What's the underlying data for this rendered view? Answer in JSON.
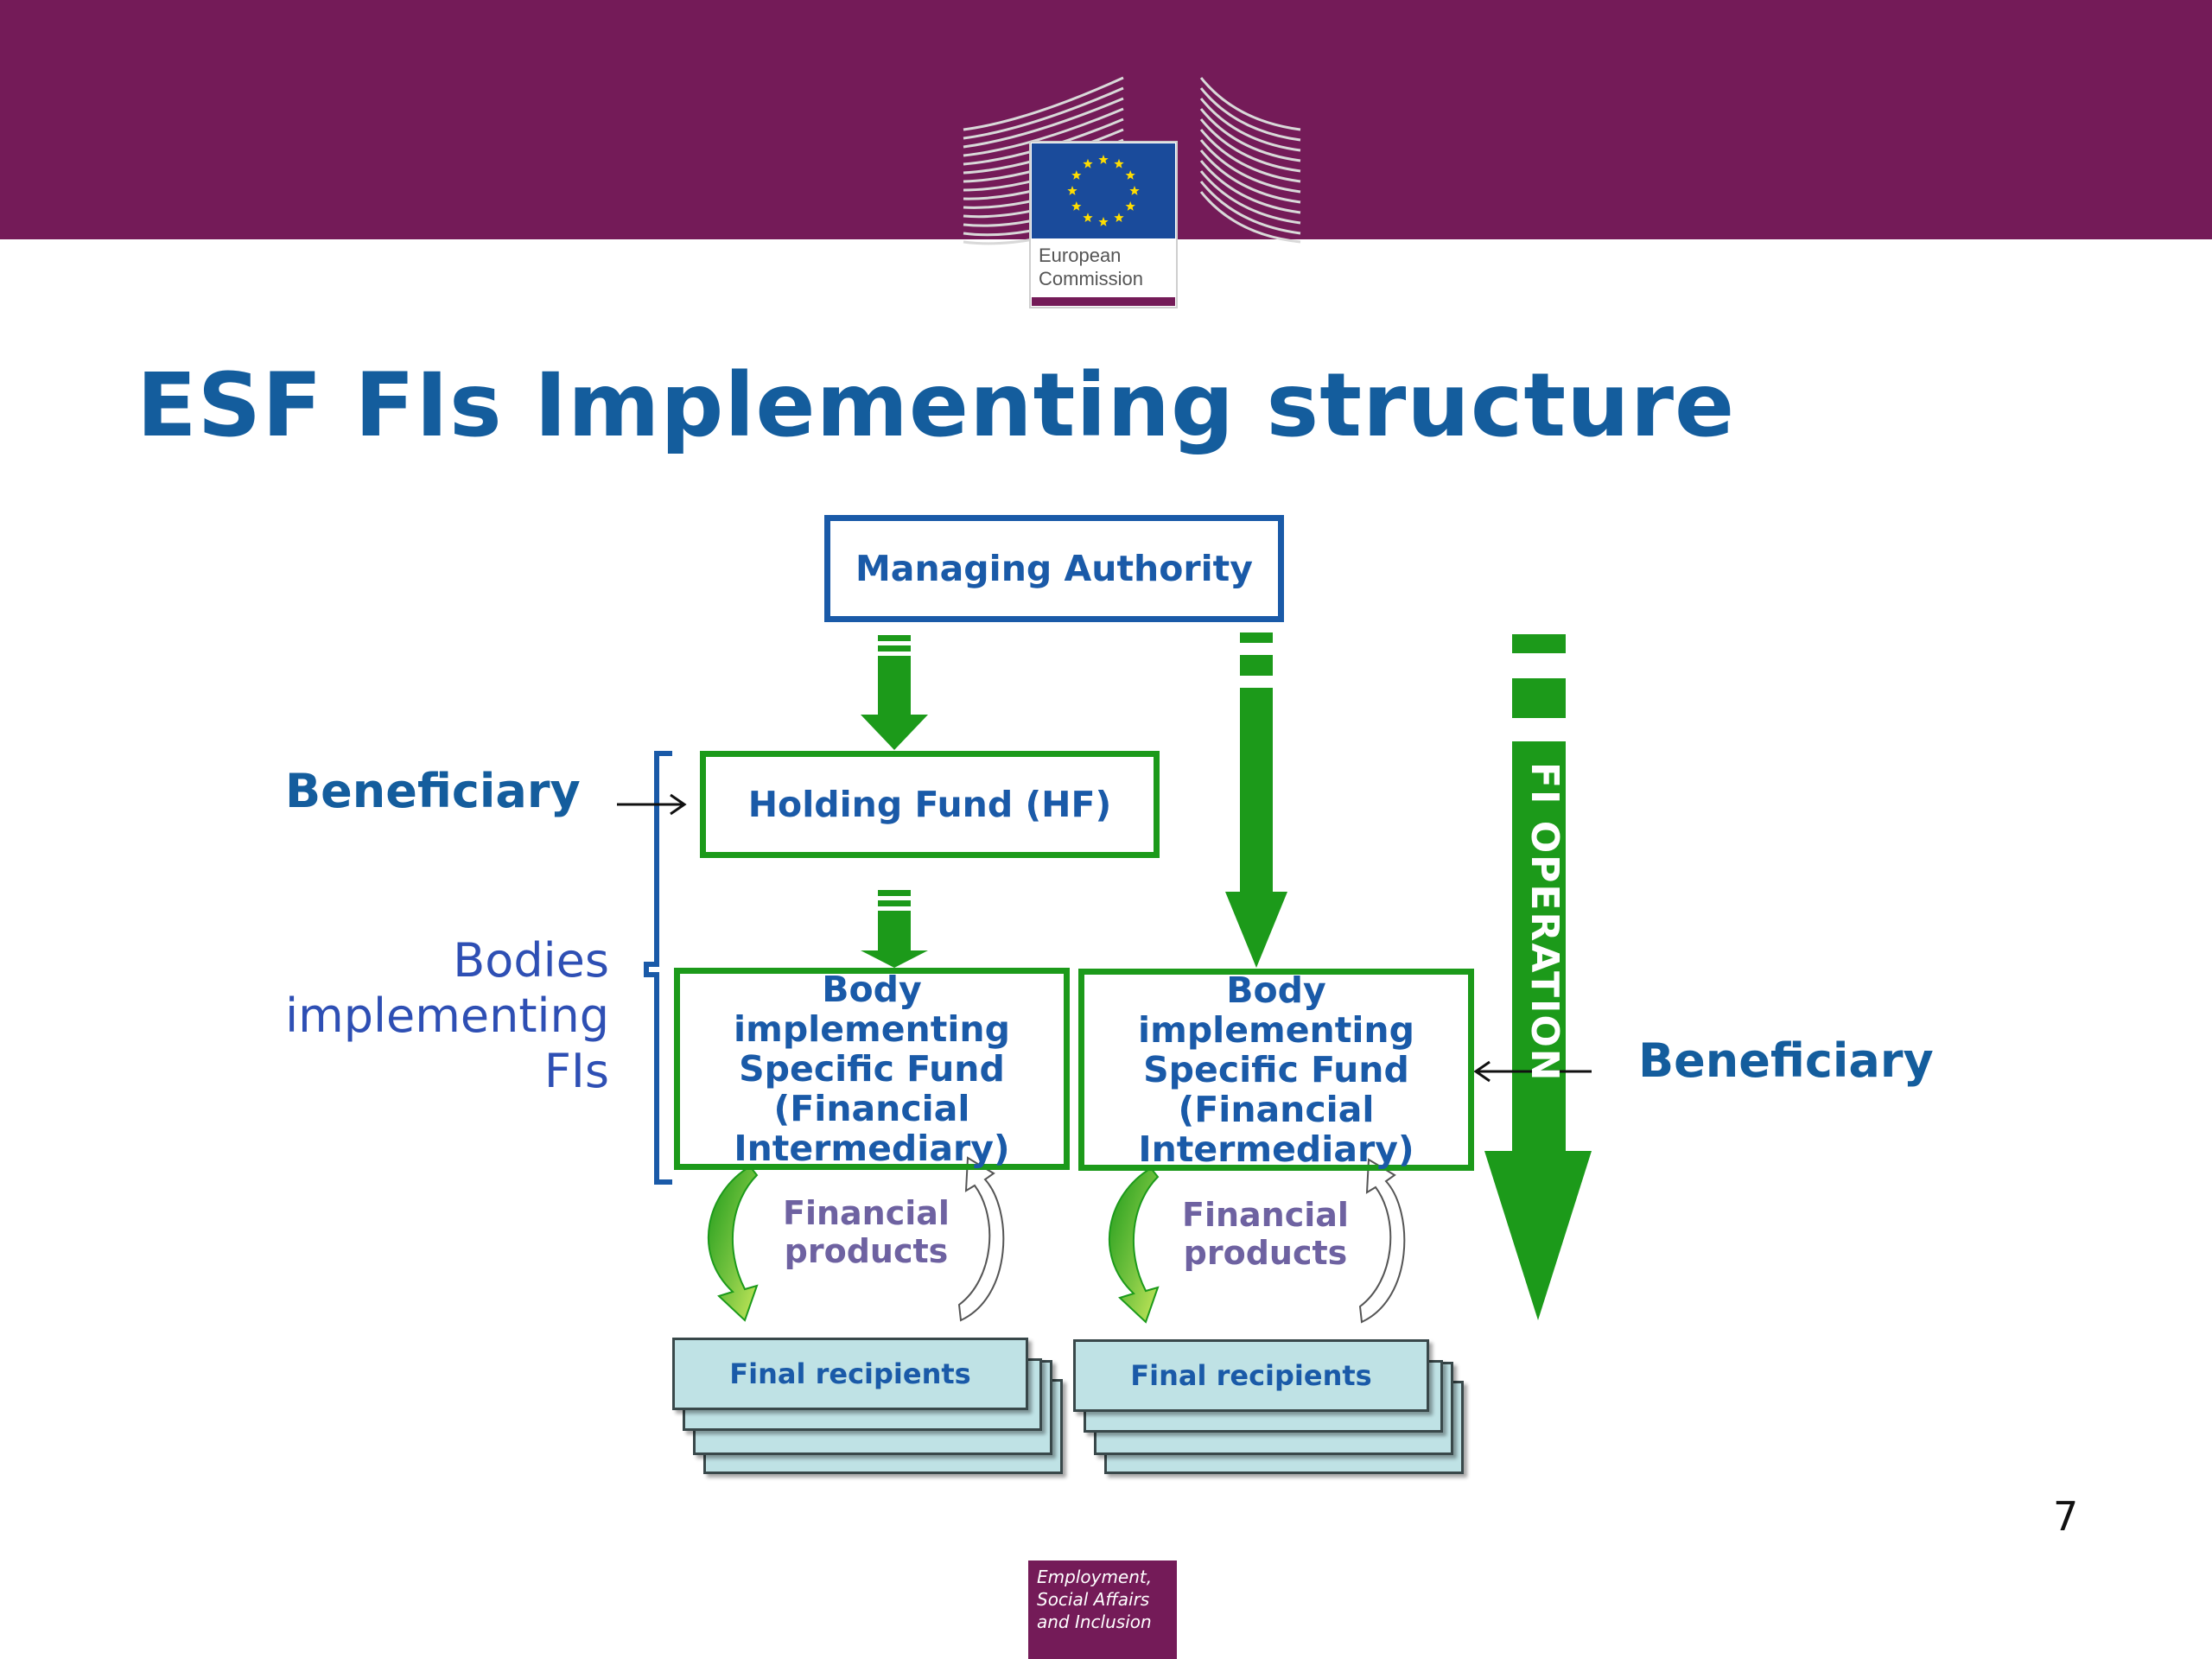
{
  "header": {
    "logo_line1": "European",
    "logo_line2": "Commission"
  },
  "title": "ESF FIs Implementing structure",
  "diagram": {
    "managing_authority": "Managing Authority",
    "holding_fund": "Holding Fund (HF)",
    "body_left": [
      "Body implementing",
      "Specific Fund",
      "(Financial",
      "Intermediary)"
    ],
    "body_right": [
      "Body implementing",
      "Specific Fund",
      "(Financial",
      "Intermediary)"
    ],
    "beneficiary_left": "Beneficiary",
    "beneficiary_right": "Beneficiary",
    "bodies_label": [
      "Bodies",
      "implementing",
      "FIs"
    ],
    "financial_products_left": [
      "Financial",
      "products"
    ],
    "financial_products_right": [
      "Financial",
      "products"
    ],
    "final_recipients_left": "Final recipients",
    "final_recipients_right": "Final recipients",
    "fi_operation": "FI OPERATION"
  },
  "footer": {
    "page_number": "7",
    "dg_line1": "Employment,",
    "dg_line2": "Social Affairs",
    "dg_line3": "and Inclusion"
  },
  "colors": {
    "header_band": "#741b58",
    "title_blue": "#145d9d",
    "arrow_green": "#1c9a1a",
    "box_blue": "#1a5aa8",
    "recipient_fill": "#bfe2e5",
    "eu_blue": "#1a4b9b",
    "eu_star": "#ffdd00"
  }
}
